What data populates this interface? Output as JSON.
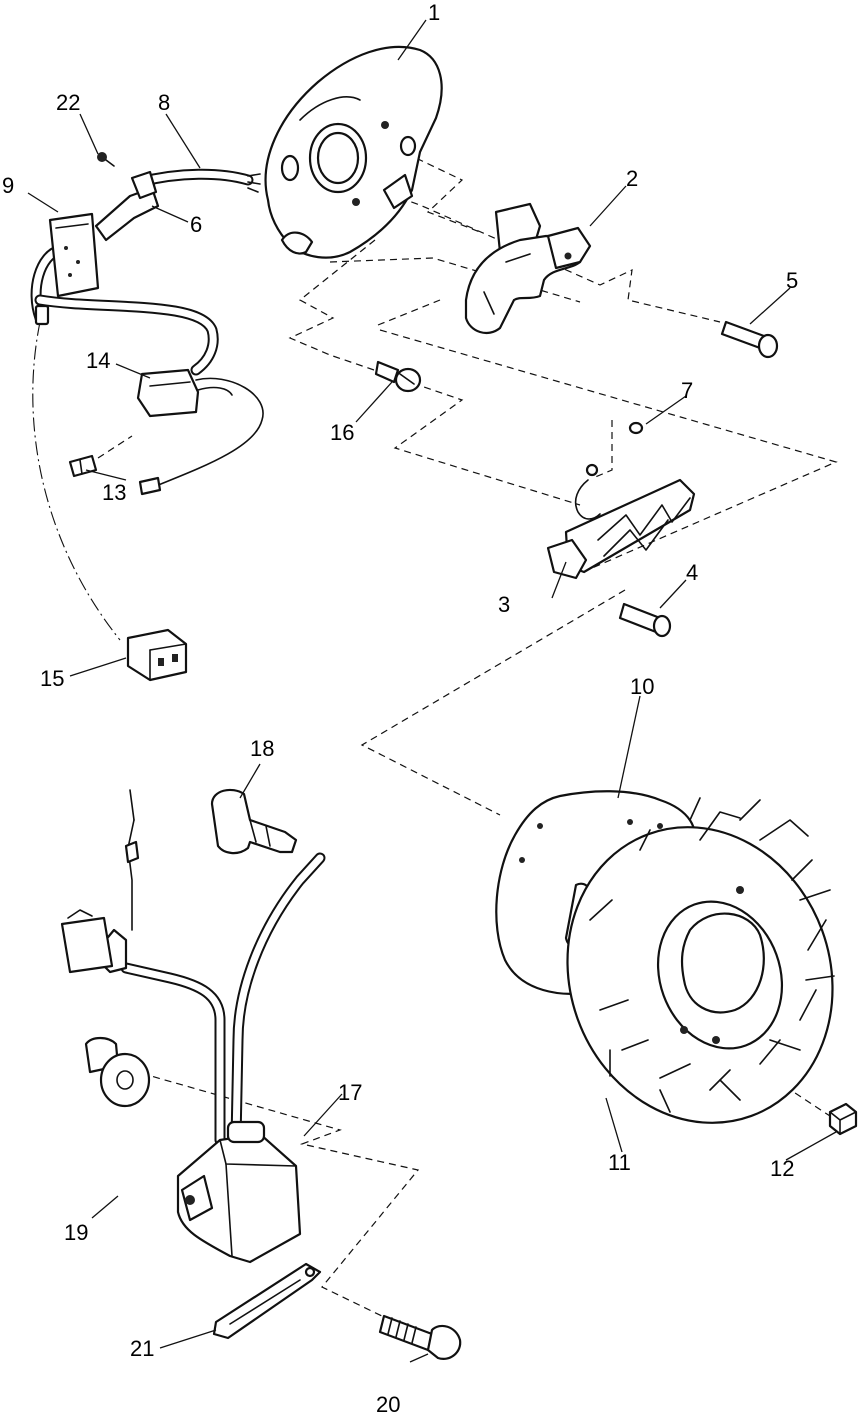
{
  "diagram": {
    "labels": [
      {
        "key": "p1",
        "text": "1"
      },
      {
        "key": "p2",
        "text": "2"
      },
      {
        "key": "p3",
        "text": "3"
      },
      {
        "key": "p4",
        "text": "4"
      },
      {
        "key": "p5",
        "text": "5"
      },
      {
        "key": "p6",
        "text": "6"
      },
      {
        "key": "p7",
        "text": "7"
      },
      {
        "key": "p8",
        "text": "8"
      },
      {
        "key": "p9",
        "text": "9"
      },
      {
        "key": "p10",
        "text": "10"
      },
      {
        "key": "p11",
        "text": "11"
      },
      {
        "key": "p12",
        "text": "12"
      },
      {
        "key": "p13",
        "text": "13"
      },
      {
        "key": "p14",
        "text": "14"
      },
      {
        "key": "p15",
        "text": "15"
      },
      {
        "key": "p16",
        "text": "16"
      },
      {
        "key": "p17",
        "text": "17"
      },
      {
        "key": "p18",
        "text": "18"
      },
      {
        "key": "p19",
        "text": "19"
      },
      {
        "key": "p20",
        "text": "20"
      },
      {
        "key": "p21",
        "text": "21"
      },
      {
        "key": "p22",
        "text": "22"
      }
    ]
  }
}
